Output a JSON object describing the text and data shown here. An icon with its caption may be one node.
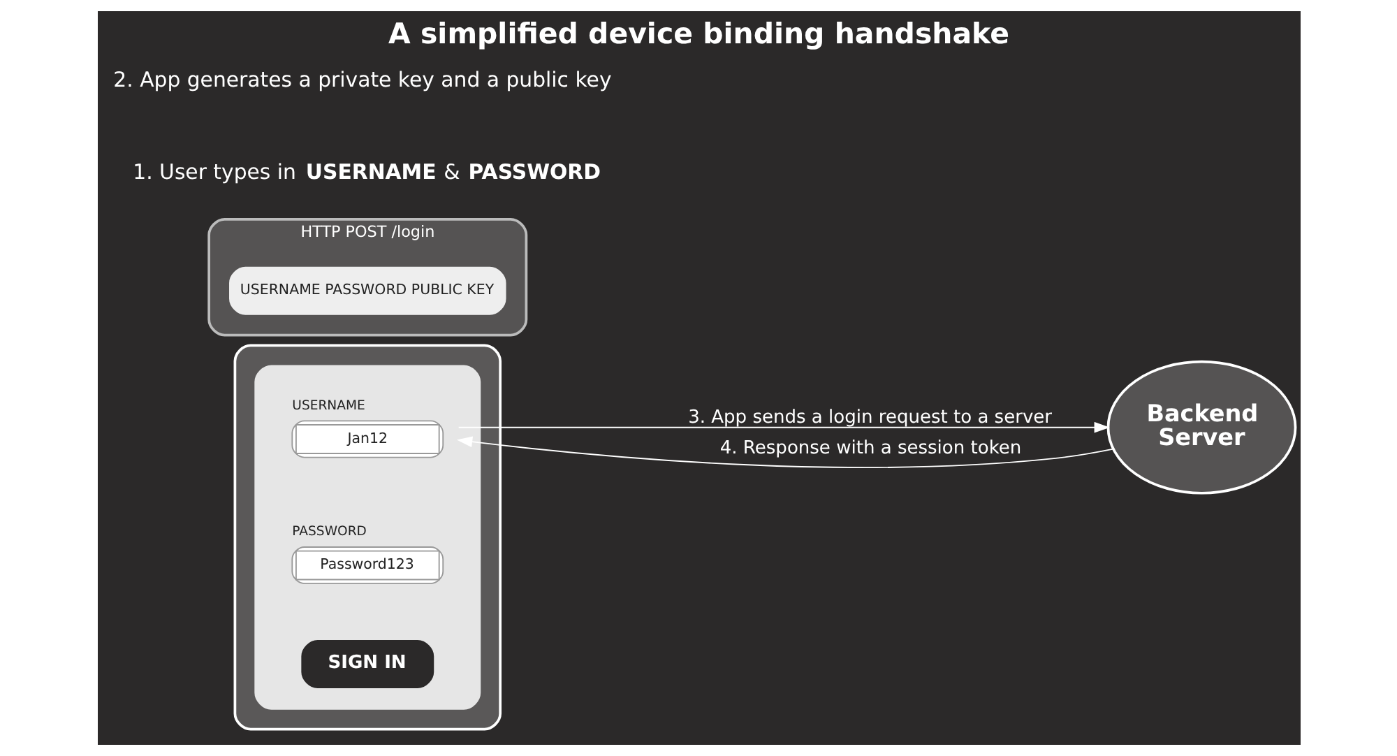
{
  "diagram": {
    "title": "A simplified device binding handshake",
    "nodes": [
      {
        "text": [],
        "shape": "box"
      },
      {
        "text": [],
        "shape": "box",
        "in": 0
      },
      {
        "text": [
          "Jan12"
        ],
        "beside": [
          "USERNAME"
        ],
        "in": 1
      },
      {
        "text": [
          "Password123"
        ],
        "beside": [
          "PASSWORD"
        ],
        "in": 1
      },
      {
        "text": [
          "SIGN IN"
        ],
        "in": 1
      },
      {
        "text": [
          "HTTP POST /login"
        ]
      },
      {
        "text": [
          "USERNAME PASSWORD PUBLIC KEY"
        ],
        "in": 5
      },
      {
        "text": [
          "Backend Server"
        ]
      }
    ],
    "edges": [
      {
        "from": 2,
        "to": 7,
        "arrow": "to",
        "label": "3. App sends a login request to a server"
      },
      {
        "from": 7,
        "to": 2,
        "arrow": "to",
        "label": "4. Response with a session token"
      }
    ],
    "labels": [
      "1. User types in **USERNAME** & **PASSWORD**",
      "2. App generates a private key and a public key"
    ]
  }
}
